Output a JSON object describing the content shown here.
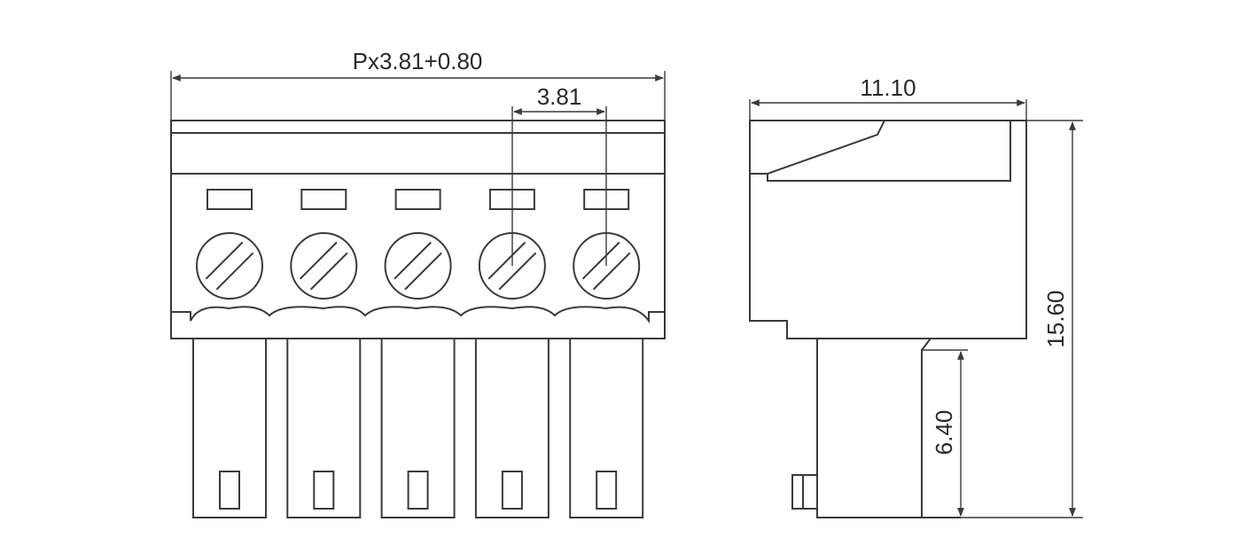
{
  "dimensions": {
    "overall_width": "Px3.81+0.80",
    "pitch": "3.81",
    "side_depth": "11.10",
    "total_height": "15.60",
    "pin_length": "6.40"
  },
  "pole_count": 5,
  "colors": {
    "line": "#3a3a3a",
    "text": "#2a2a2a",
    "background": "#ffffff"
  }
}
